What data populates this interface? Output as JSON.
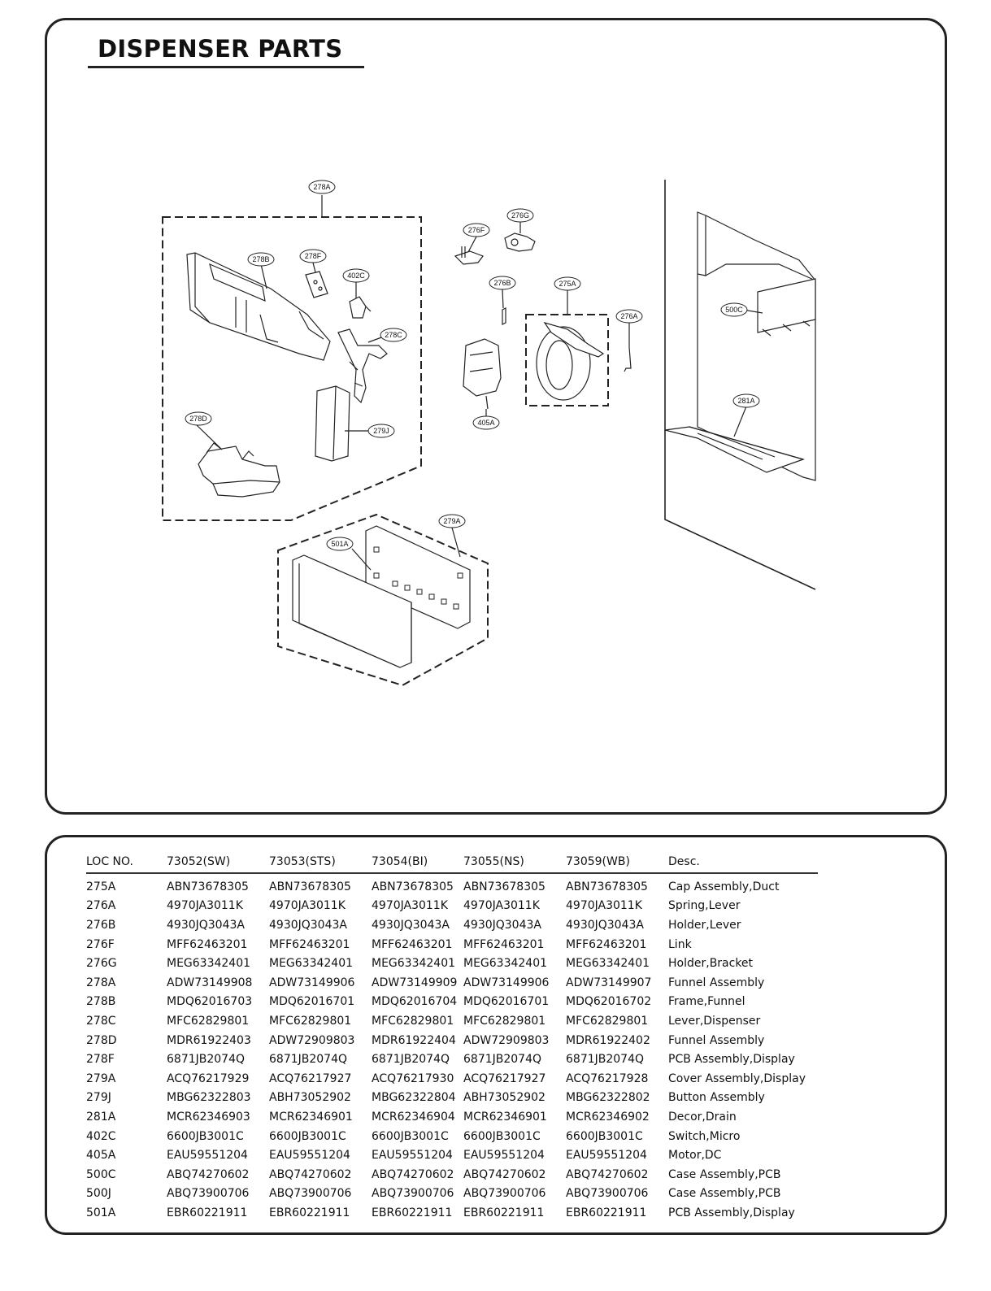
{
  "page": {
    "title": "DISPENSER PARTS"
  },
  "callouts": [
    {
      "id": "278A"
    },
    {
      "id": "278B"
    },
    {
      "id": "278F"
    },
    {
      "id": "402C"
    },
    {
      "id": "278C"
    },
    {
      "id": "278D"
    },
    {
      "id": "279J"
    },
    {
      "id": "276F"
    },
    {
      "id": "276G"
    },
    {
      "id": "276B"
    },
    {
      "id": "275A"
    },
    {
      "id": "276A"
    },
    {
      "id": "405A"
    },
    {
      "id": "279A"
    },
    {
      "id": "501A"
    },
    {
      "id": "500C"
    },
    {
      "id": "281A"
    }
  ],
  "table": {
    "headers": [
      "LOC NO.",
      "73052(SW)",
      "73053(STS)",
      "73054(BI)",
      "73055(NS)",
      "73059(WB)",
      "Desc."
    ],
    "rows": [
      [
        "275A",
        "ABN73678305",
        "ABN73678305",
        "ABN73678305",
        "ABN73678305",
        "ABN73678305",
        "Cap Assembly,Duct"
      ],
      [
        "276A",
        "4970JA3011K",
        "4970JA3011K",
        "4970JA3011K",
        "4970JA3011K",
        "4970JA3011K",
        "Spring,Lever"
      ],
      [
        "276B",
        "4930JQ3043A",
        "4930JQ3043A",
        "4930JQ3043A",
        "4930JQ3043A",
        "4930JQ3043A",
        "Holder,Lever"
      ],
      [
        "276F",
        "MFF62463201",
        "MFF62463201",
        "MFF62463201",
        "MFF62463201",
        "MFF62463201",
        "Link"
      ],
      [
        "276G",
        "MEG63342401",
        "MEG63342401",
        "MEG63342401",
        "MEG63342401",
        "MEG63342401",
        "Holder,Bracket"
      ],
      [
        "278A",
        "ADW73149908",
        "ADW73149906",
        "ADW73149909",
        "ADW73149906",
        "ADW73149907",
        "Funnel Assembly"
      ],
      [
        "278B",
        "MDQ62016703",
        "MDQ62016701",
        "MDQ62016704",
        "MDQ62016701",
        "MDQ62016702",
        "Frame,Funnel"
      ],
      [
        "278C",
        "MFC62829801",
        "MFC62829801",
        "MFC62829801",
        "MFC62829801",
        "MFC62829801",
        "Lever,Dispenser"
      ],
      [
        "278D",
        "MDR61922403",
        "ADW72909803",
        "MDR61922404",
        "ADW72909803",
        "MDR61922402",
        "Funnel Assembly"
      ],
      [
        "278F",
        "6871JB2074Q",
        "6871JB2074Q",
        "6871JB2074Q",
        "6871JB2074Q",
        "6871JB2074Q",
        "PCB Assembly,Display"
      ],
      [
        "279A",
        "ACQ76217929",
        "ACQ76217927",
        "ACQ76217930",
        "ACQ76217927",
        "ACQ76217928",
        "Cover Assembly,Display"
      ],
      [
        "279J",
        "MBG62322803",
        "ABH73052902",
        "MBG62322804",
        "ABH73052902",
        "MBG62322802",
        "Button Assembly"
      ],
      [
        "281A",
        "MCR62346903",
        "MCR62346901",
        "MCR62346904",
        "MCR62346901",
        "MCR62346902",
        "Decor,Drain"
      ],
      [
        "402C",
        "6600JB3001C",
        "6600JB3001C",
        "6600JB3001C",
        "6600JB3001C",
        "6600JB3001C",
        "Switch,Micro"
      ],
      [
        "405A",
        "EAU59551204",
        "EAU59551204",
        "EAU59551204",
        "EAU59551204",
        "EAU59551204",
        "Motor,DC"
      ],
      [
        "500C",
        "ABQ74270602",
        "ABQ74270602",
        "ABQ74270602",
        "ABQ74270602",
        "ABQ74270602",
        "Case Assembly,PCB"
      ],
      [
        "500J",
        "ABQ73900706",
        "ABQ73900706",
        "ABQ73900706",
        "ABQ73900706",
        "ABQ73900706",
        "Case Assembly,PCB"
      ],
      [
        "501A",
        "EBR60221911",
        "EBR60221911",
        "EBR60221911",
        "EBR60221911",
        "EBR60221911",
        "PCB Assembly,Display"
      ]
    ]
  }
}
